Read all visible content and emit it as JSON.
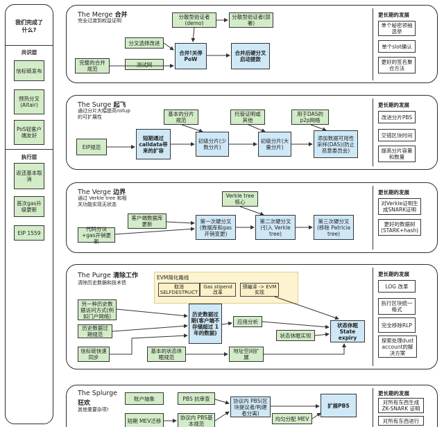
{
  "sidebar": {
    "title": "我们完成了什么?",
    "consensus_header": "共识层",
    "consensus_items": [
      "信标链发布",
      "预热分叉(Altair)",
      "PoS轻客户端友好"
    ],
    "execution_header": "执行层",
    "execution_items": [
      "返还基本取消",
      "首次gas升级更新",
      "EIP 1559"
    ]
  },
  "merge": {
    "title_en": "The Merge",
    "title_cn": "合并",
    "subtitle": "完全过渡到权益证明",
    "nodes": {
      "validator_demo": "分散型验证者(demo)",
      "validator_deploy": "分散型验证者(部署)",
      "fork_choice": "分叉选择改进",
      "testnet": "测试网",
      "full_spec": "完整的合并规范",
      "merge": "合并!关停PoW",
      "post_merge": "合并后硬分叉启动提款"
    },
    "right_header": "更长期的发展",
    "right_items": [
      "单个秘密领袖选举",
      "单个slot确认",
      "更好的签名聚合方法"
    ]
  },
  "surge": {
    "title_en": "The Surge",
    "title_cn": "起飞",
    "subtitle": "通过分片大幅提高rollup 的可扩展性",
    "nodes": {
      "eip": "EIP规范",
      "calldata": "短期通过calldata带来的扩容",
      "basic_spec": "基本的分片规范",
      "initial_shard": "初级分片(少数分片)",
      "custody": "托管证明或其他",
      "initial_shard2": "初级分片(大量分片)",
      "das_p2p": "用于DAS的p2p网络",
      "das": "添加数据可用性采样(DAS)(防止恶意委员会)"
    },
    "right_header": "更长期的发展",
    "right_items": [
      "改进分片PBS",
      "交错区块时间",
      "提高分片容量和数量"
    ]
  },
  "verge": {
    "title_en": "The Verge",
    "title_cn": "边界",
    "subtitle": "通过 Verkle tree 和相关功能实现无状态",
    "nodes": {
      "verkle_core": "Verkle tree核心",
      "client_db": "客户端数据库更新",
      "gas_cost": "代码分块+gas开销更新",
      "fork1": "第一次硬分叉(数据库和gas开销变更)",
      "fork2": "第二次硬分叉(引入 Verkle tree)",
      "fork3": "第三次硬分叉(移除 Patricia tree)"
    },
    "right_header": "更长期的发展",
    "right_items": [
      "对Verkle证明生成SNARK证明",
      "更好的数据树(STARK+hash)"
    ]
  },
  "purge": {
    "title_en": "The Purge",
    "title_cn": "清除工作",
    "subtitle": "清除历史数据和技术债",
    "evm_title": "EVM简化路线",
    "evm_items": [
      "取消SELFDESTRUCT",
      "Gas stipend改革",
      "预编译 -> EVM 实现"
    ],
    "nodes": {
      "alt_history": "另一种历史数据访问方式(例如门户网络)",
      "history_spec": "历史数据过期规范",
      "beacon_sync": "信标链快速同步",
      "history_expiry": "历史数据过期(客户端不存储超过 1 年的数据)",
      "app_analysis": "应用分析",
      "state_impl": "状态休眠实现",
      "state_expiry_cn": "状态休眠",
      "state_expiry_en": "State expiry",
      "basic_state": "基本的状态休眠规范",
      "addr_space": "地址空间扩展"
    },
    "right_header": "更长期的发展",
    "right_items": [
      "LOG 改革",
      "执行区块统一格式",
      "完全移除RLP",
      "探索处理dust account的解决方案"
    ]
  },
  "splurge": {
    "title_en": "The Splurge",
    "title_cn": "狂欢",
    "subtitle": "其他重要杂项!",
    "nodes": {
      "account_abs": "账户抽象",
      "pbs_review": "PBS 抗审查",
      "short_mev": "短期 MEV迁移",
      "pbs_spec": "协议内 PBS基本规范",
      "pbs_builder": "协议内 PBS(区块提议者/构建者分离)",
      "mev_share": "均匀分配 MEV",
      "expand_pbs": "扩展PBS"
    },
    "right_header": "更长期的发展",
    "right_items": [
      "对所有东西生成ZK-SNARK 证明",
      "对所有东西进行"
    ]
  }
}
